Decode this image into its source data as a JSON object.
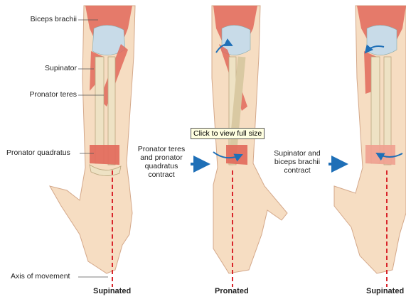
{
  "labels": {
    "biceps": "Biceps brachii",
    "supinator": "Supinator",
    "pronator_teres": "Pronator teres",
    "pronator_quadratus": "Pronator quadratus",
    "axis": "Axis of movement"
  },
  "steps": {
    "step1": [
      "Pronator teres",
      "and pronator",
      "quadratus",
      "contract"
    ],
    "step2": [
      "Supinator and",
      "biceps brachii",
      "contract"
    ]
  },
  "captions": [
    "Supinated",
    "Pronated",
    "Supinated"
  ],
  "tooltip": "Click to view full size",
  "colors": {
    "skin": "#f6ddc2",
    "skin_edge": "#d4a88a",
    "bone": "#eee2c4",
    "bone_edge": "#b9a57d",
    "muscle": "#e2685a",
    "muscle_light": "#f0a090",
    "cartilage": "#c8dbe8",
    "axis_line": "#d9252b",
    "arrow": "#1e6fb7",
    "leader": "#555555"
  }
}
